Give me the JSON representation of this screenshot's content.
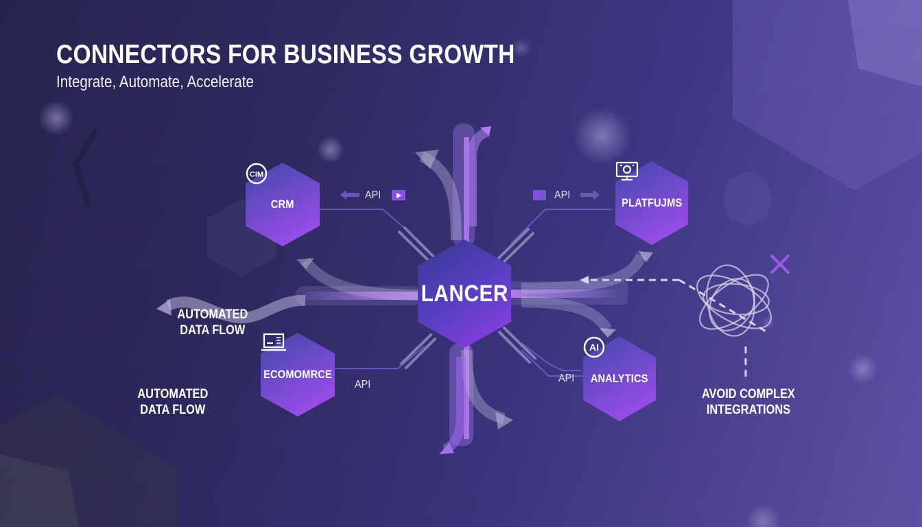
{
  "header": {
    "title": "CONNECTORS FOR BUSINESS GROWTH",
    "subtitle": "Integrate, Automate, Accelerate"
  },
  "hub": {
    "label": "LANCER",
    "color_top": "#3b3a9a",
    "color_bottom": "#8a3ee0"
  },
  "nodes": [
    {
      "id": "crm",
      "label": "CRM",
      "icon": "crm-badge-icon",
      "icon_text": "CIM",
      "api_label": "API"
    },
    {
      "id": "platforms",
      "label": "PLATFUJMS",
      "icon": "monitor-camera-icon",
      "api_label": "API"
    },
    {
      "id": "ecommerce",
      "label": "ECOMOMRCE",
      "icon": "laptop-icon",
      "api_label": "API"
    },
    {
      "id": "analytics",
      "label": "ANALYTICS",
      "icon": "ai-badge-icon",
      "icon_text": "AI",
      "api_label": "API"
    }
  ],
  "captions": {
    "automated_flow_1": [
      "AUTOMATED",
      "DATA FLOW"
    ],
    "automated_flow_2": [
      "AUTOMATED",
      "DATA FLOW"
    ],
    "avoid_complex": [
      "AVOID COMPLEX",
      "INTEGRATIONS"
    ]
  },
  "colors": {
    "accent": "#a855f7",
    "hex_gradient_start": "#4a49b0",
    "hex_gradient_end": "#a24cf0",
    "background_dark": "#27234f",
    "background_light": "#6a5cbb"
  }
}
